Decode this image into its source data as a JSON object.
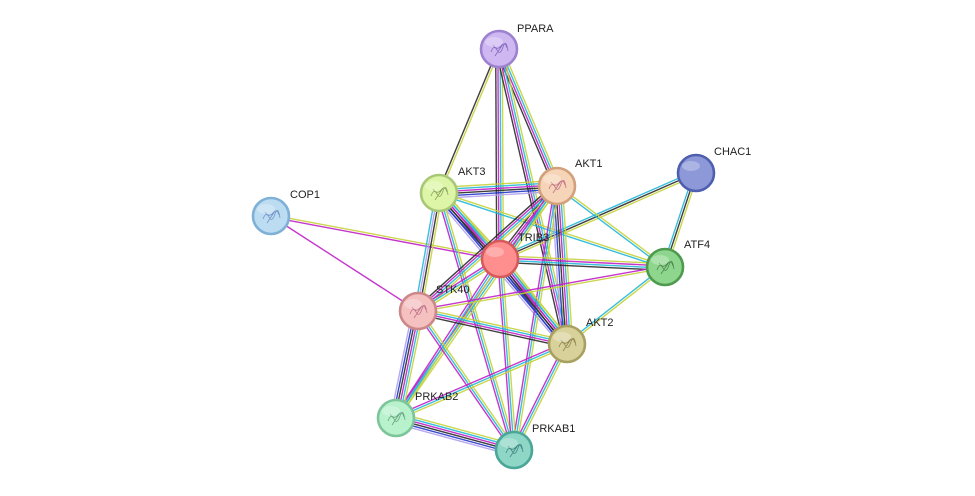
{
  "nodes": [
    {
      "id": "PPARA",
      "label": "PPARA",
      "fill": "#cfb8f2",
      "stroke": "#9c82cf",
      "glyph": "#6a4fa8"
    },
    {
      "id": "CHAC1",
      "label": "CHAC1",
      "fill": "#8c98d8",
      "stroke": "#4f5fb0",
      "glyph": null
    },
    {
      "id": "AKT1",
      "label": "AKT1",
      "fill": "#f6d4b8",
      "stroke": "#d2a07a",
      "glyph": "#b0527a"
    },
    {
      "id": "AKT3",
      "label": "AKT3",
      "fill": "#dcf5a6",
      "stroke": "#a8c878",
      "glyph": "#6e8a4a"
    },
    {
      "id": "COP1",
      "label": "COP1",
      "fill": "#bcdcf2",
      "stroke": "#7fb0d6",
      "glyph": "#5a7bb8"
    },
    {
      "id": "TRIB3",
      "label": "TRIB3",
      "fill": "#ff8f8f",
      "stroke": "#d65a5a",
      "glyph": null
    },
    {
      "id": "ATF4",
      "label": "ATF4",
      "fill": "#8ed68e",
      "stroke": "#4e9a4e",
      "glyph": "#3a6e3a"
    },
    {
      "id": "STK40",
      "label": "STK40",
      "fill": "#f4c0c0",
      "stroke": "#cc8888",
      "glyph": "#b05a7a"
    },
    {
      "id": "AKT2",
      "label": "AKT2",
      "fill": "#d8d29a",
      "stroke": "#a8a060",
      "glyph": "#7a6a3a"
    },
    {
      "id": "PRKAB2",
      "label": "PRKAB2",
      "fill": "#b8f2cc",
      "stroke": "#7cc49a",
      "glyph": "#4a8a6a"
    },
    {
      "id": "PRKAB1",
      "label": "PRKAB1",
      "fill": "#8ed6c6",
      "stroke": "#4aa696",
      "glyph": "#2a6a6a"
    }
  ],
  "edge_colors": {
    "text_mining": "#c6d23a",
    "experiments": "#c020c8",
    "databases": "#22b8d8",
    "coexpression": "#2a2a2a",
    "cooccurrence": "#2236c8",
    "neighborhood": "#6ad040",
    "homology": "#b0a0f0"
  },
  "edges": [
    {
      "a": "PPARA",
      "b": "AKT3",
      "types": [
        "text_mining",
        "coexpression"
      ]
    },
    {
      "a": "PPARA",
      "b": "AKT1",
      "types": [
        "text_mining",
        "databases",
        "experiments",
        "coexpression"
      ]
    },
    {
      "a": "PPARA",
      "b": "TRIB3",
      "types": [
        "text_mining",
        "databases",
        "experiments",
        "coexpression"
      ]
    },
    {
      "a": "PPARA",
      "b": "AKT2",
      "types": [
        "text_mining",
        "databases",
        "experiments",
        "coexpression"
      ]
    },
    {
      "a": "CHAC1",
      "b": "ATF4",
      "types": [
        "text_mining",
        "coexpression",
        "databases"
      ]
    },
    {
      "a": "CHAC1",
      "b": "TRIB3",
      "types": [
        "text_mining",
        "coexpression",
        "databases"
      ]
    },
    {
      "a": "COP1",
      "b": "TRIB3",
      "types": [
        "text_mining",
        "experiments"
      ]
    },
    {
      "a": "COP1",
      "b": "STK40",
      "types": [
        "experiments"
      ]
    },
    {
      "a": "AKT3",
      "b": "AKT1",
      "types": [
        "text_mining",
        "databases",
        "experiments",
        "coexpression",
        "cooccurrence",
        "homology"
      ]
    },
    {
      "a": "AKT3",
      "b": "TRIB3",
      "types": [
        "text_mining",
        "databases",
        "experiments",
        "coexpression",
        "cooccurrence"
      ]
    },
    {
      "a": "AKT3",
      "b": "AKT2",
      "types": [
        "text_mining",
        "databases",
        "experiments",
        "coexpression",
        "cooccurrence",
        "homology"
      ]
    },
    {
      "a": "AKT3",
      "b": "STK40",
      "types": [
        "text_mining",
        "coexpression",
        "homology",
        "databases"
      ]
    },
    {
      "a": "AKT3",
      "b": "PRKAB1",
      "types": [
        "text_mining",
        "databases",
        "experiments"
      ]
    },
    {
      "a": "AKT3",
      "b": "ATF4",
      "types": [
        "text_mining",
        "databases"
      ]
    },
    {
      "a": "AKT1",
      "b": "TRIB3",
      "types": [
        "text_mining",
        "databases",
        "experiments",
        "coexpression"
      ]
    },
    {
      "a": "AKT1",
      "b": "AKT2",
      "types": [
        "text_mining",
        "databases",
        "experiments",
        "coexpression",
        "cooccurrence",
        "homology"
      ]
    },
    {
      "a": "AKT1",
      "b": "STK40",
      "types": [
        "text_mining",
        "databases",
        "experiments",
        "coexpression"
      ]
    },
    {
      "a": "AKT1",
      "b": "ATF4",
      "types": [
        "text_mining",
        "databases"
      ]
    },
    {
      "a": "AKT1",
      "b": "PRKAB2",
      "types": [
        "text_mining",
        "databases",
        "experiments"
      ]
    },
    {
      "a": "AKT1",
      "b": "PRKAB1",
      "types": [
        "text_mining",
        "databases",
        "experiments"
      ]
    },
    {
      "a": "TRIB3",
      "b": "ATF4",
      "types": [
        "text_mining",
        "experiments",
        "databases",
        "coexpression"
      ]
    },
    {
      "a": "TRIB3",
      "b": "STK40",
      "types": [
        "text_mining",
        "databases",
        "experiments"
      ]
    },
    {
      "a": "TRIB3",
      "b": "AKT2",
      "types": [
        "text_mining",
        "databases",
        "experiments",
        "coexpression",
        "cooccurrence"
      ]
    },
    {
      "a": "TRIB3",
      "b": "PRKAB2",
      "types": [
        "text_mining",
        "databases",
        "experiments"
      ]
    },
    {
      "a": "TRIB3",
      "b": "PRKAB1",
      "types": [
        "text_mining",
        "databases",
        "experiments"
      ]
    },
    {
      "a": "ATF4",
      "b": "AKT2",
      "types": [
        "text_mining",
        "databases"
      ]
    },
    {
      "a": "ATF4",
      "b": "STK40",
      "types": [
        "text_mining",
        "experiments"
      ]
    },
    {
      "a": "STK40",
      "b": "AKT2",
      "types": [
        "text_mining",
        "databases",
        "experiments",
        "coexpression"
      ]
    },
    {
      "a": "STK40",
      "b": "PRKAB2",
      "types": [
        "text_mining",
        "databases",
        "experiments",
        "coexpression",
        "cooccurrence",
        "homology"
      ]
    },
    {
      "a": "STK40",
      "b": "PRKAB1",
      "types": [
        "text_mining",
        "databases",
        "experiments"
      ]
    },
    {
      "a": "AKT2",
      "b": "PRKAB2",
      "types": [
        "text_mining",
        "databases",
        "experiments"
      ]
    },
    {
      "a": "AKT2",
      "b": "PRKAB1",
      "types": [
        "text_mining",
        "databases",
        "experiments"
      ]
    },
    {
      "a": "PRKAB2",
      "b": "PRKAB1",
      "types": [
        "text_mining",
        "databases",
        "experiments",
        "coexpression",
        "cooccurrence",
        "homology"
      ]
    }
  ]
}
